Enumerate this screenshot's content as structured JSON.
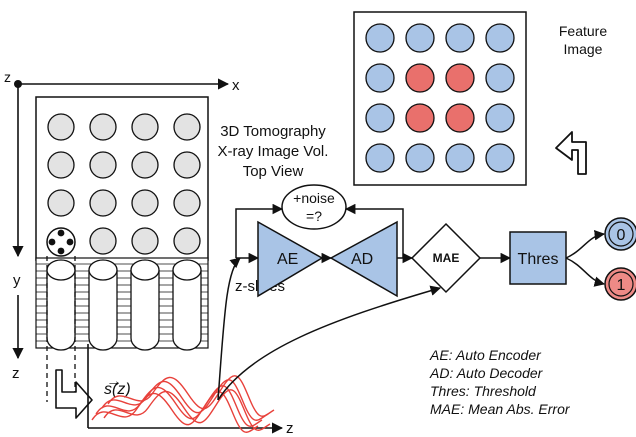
{
  "axes": {
    "x_label": "x",
    "y_label": "y",
    "z_top_label": "z",
    "z_side_label": "z",
    "z_signal_label": "z"
  },
  "volume_caption": [
    "3D Tomography",
    "X-ray Image Vol.",
    "Top View"
  ],
  "feature_caption": [
    "Feature",
    "Image"
  ],
  "feature_grid": {
    "rows": [
      [
        "normal",
        "normal",
        "normal",
        "normal"
      ],
      [
        "normal",
        "anomaly",
        "anomaly",
        "normal"
      ],
      [
        "normal",
        "anomaly",
        "anomaly",
        "normal"
      ],
      [
        "normal",
        "normal",
        "normal",
        "normal"
      ]
    ]
  },
  "nodes": {
    "ae": "AE",
    "ad": "AD",
    "mae": "MAE",
    "thres": "Thres",
    "noise_line1": "+noise",
    "noise_line2": "=?",
    "out0": "0",
    "out1": "1"
  },
  "zslices_label": "z-slices",
  "signal_label": "s(z)",
  "legend": [
    "AE: Auto Encoder",
    "AD: Auto Decoder",
    "Thres: Threshold",
    "MAE: Mean Abs. Error"
  ],
  "colors": {
    "normal_fill": "#a9c4e6",
    "anomaly_fill": "#e9706c",
    "node_fill": "#a9c4e6",
    "out0_fill": "#a9c4e6",
    "out1_fill": "#ee8a86",
    "signal": "#e8413b",
    "grey_circle": "#e3e3e3"
  }
}
